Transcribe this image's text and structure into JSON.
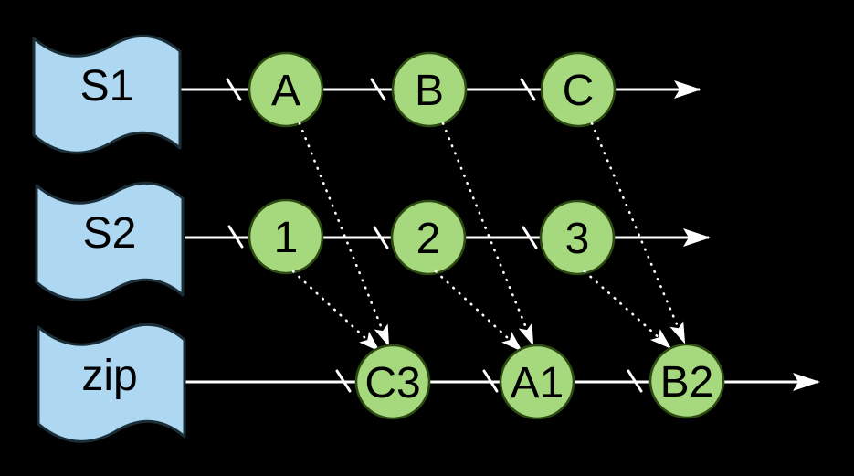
{
  "diagram": {
    "type": "marble-diagram",
    "operator": "zip",
    "colors": {
      "background": "#000000",
      "flag_fill": "#aed7f1",
      "flag_stroke": "#1b2e38",
      "node_fill": "#a6d97e",
      "node_stroke": "#2c4a12",
      "line": "#ffffff",
      "label": "#000000"
    },
    "streams": [
      {
        "label": "S1",
        "events": [
          {
            "label": "A"
          },
          {
            "label": "B"
          },
          {
            "label": "C"
          }
        ]
      },
      {
        "label": "S2",
        "events": [
          {
            "label": "1"
          },
          {
            "label": "2"
          },
          {
            "label": "3"
          }
        ]
      },
      {
        "label": "zip",
        "events": [
          {
            "label": "C3"
          },
          {
            "label": "A1"
          },
          {
            "label": "B2"
          }
        ]
      }
    ],
    "connections": [
      {
        "from": "A",
        "to": "C3"
      },
      {
        "from": "1",
        "to": "C3"
      },
      {
        "from": "B",
        "to": "A1"
      },
      {
        "from": "2",
        "to": "A1"
      },
      {
        "from": "C",
        "to": "B2"
      },
      {
        "from": "3",
        "to": "B2"
      }
    ]
  }
}
